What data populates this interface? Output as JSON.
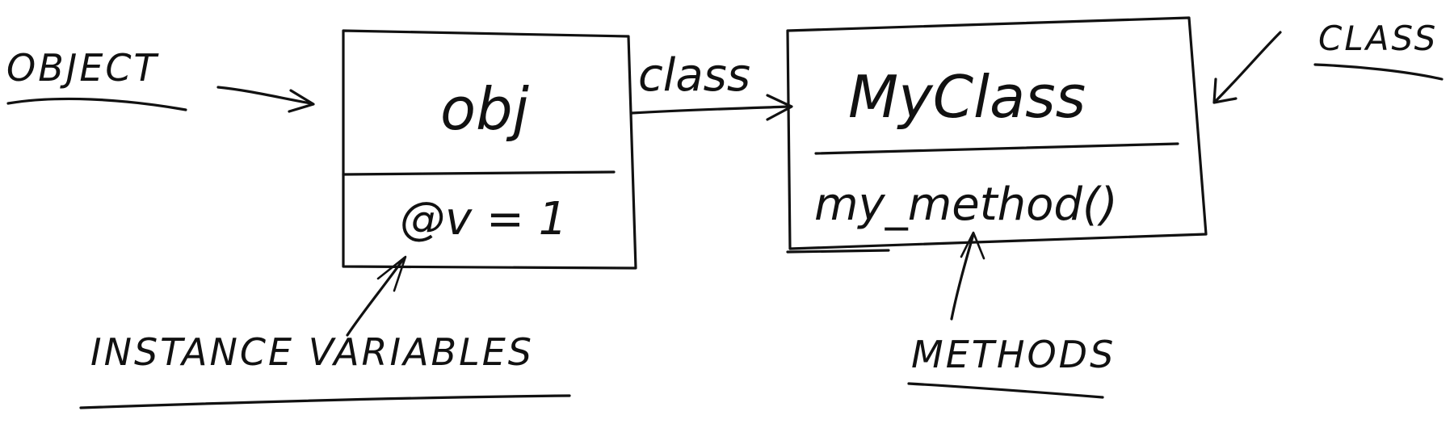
{
  "labels": {
    "object": "OBJECT",
    "class": "CLASS",
    "instance_variables": "INSTANCE VARIABLES",
    "methods": "METHODS",
    "class_link": "class"
  },
  "object_box": {
    "name": "obj",
    "instance_variable": "@v = 1"
  },
  "class_box": {
    "name": "MyClass",
    "method": "my_method()"
  },
  "colors": {
    "ink": "#111111",
    "paper": "#ffffff"
  }
}
